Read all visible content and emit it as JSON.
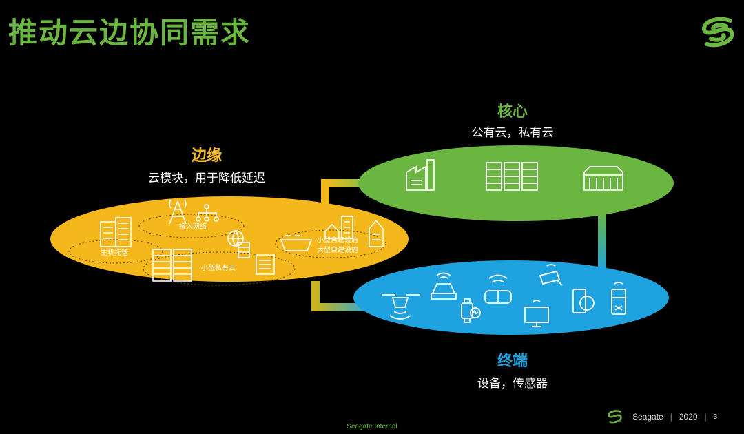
{
  "title": "推动云边协同需求",
  "colors": {
    "accent": "#6bb640",
    "edge": "#f5b81c",
    "core": "#6bb640",
    "terminal": "#1fa3e0"
  },
  "edge": {
    "heading": "边缘",
    "subtitle": "云模块，用于降低延迟",
    "items": [
      "接入网络",
      "主机托管",
      "小型私有云",
      "小型自建设施",
      "大型自建设施"
    ]
  },
  "core": {
    "heading": "核心",
    "subtitle": "公有云，私有云"
  },
  "terminal": {
    "heading": "终端",
    "subtitle": "设备，传感器"
  },
  "footer": {
    "brand": "Seagate",
    "year": "2020",
    "page": "3",
    "classification": "Seagate Internal"
  }
}
